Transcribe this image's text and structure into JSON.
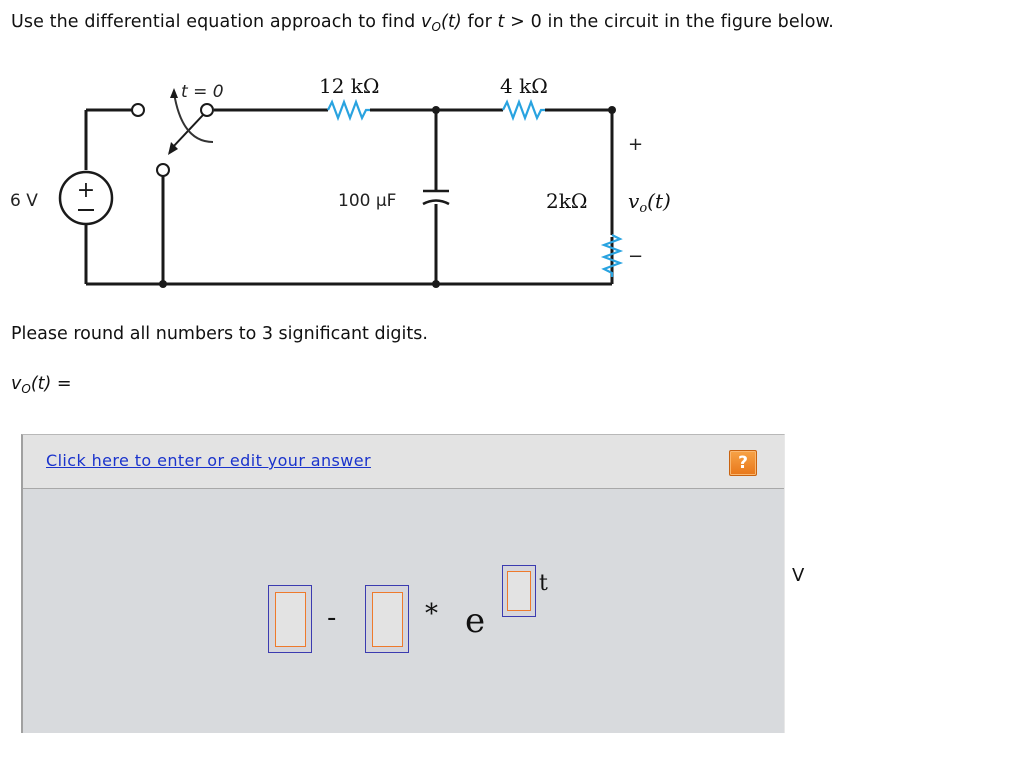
{
  "question": {
    "prefix": "Use the differential equation approach to find ",
    "var": "v",
    "var_sub": "O",
    "var_arg": "(t)",
    "mid1": " for ",
    "t": "t",
    "mid2": " > 0 in the circuit in the figure below."
  },
  "circuit": {
    "source_label": "6 V",
    "source_plus": "+",
    "source_minus": "−",
    "switch_label": "t = 0",
    "r1_label": "12 kΩ",
    "r2_label": "4 kΩ",
    "r3_label": "2kΩ",
    "cap_label": "100 μF",
    "vo_label": "v",
    "vo_sub": "o",
    "vo_arg": "(t)",
    "vo_plus": "+",
    "vo_minus": "−",
    "colors": {
      "wire": "#1a1a1a",
      "resistor": "#29a3e0"
    }
  },
  "instructions": "Please round all numbers to 3 significant digits.",
  "answer_label": {
    "var": "v",
    "sub": "O",
    "arg": "(t)",
    "eq": " ="
  },
  "answer_panel": {
    "link_text": "Click here to enter or edit your answer",
    "help_icon": "?",
    "equation": {
      "minus": "-",
      "times": "*",
      "e": "e",
      "t": "t"
    },
    "unit": "V",
    "colors": {
      "link": "#1a33cc",
      "help": "#f08a2a",
      "box_outer": "#3b3bb0",
      "box_inner": "#ee7a2c",
      "panel_bg": "#d8dadd",
      "header_bg": "#e3e3e3"
    }
  }
}
